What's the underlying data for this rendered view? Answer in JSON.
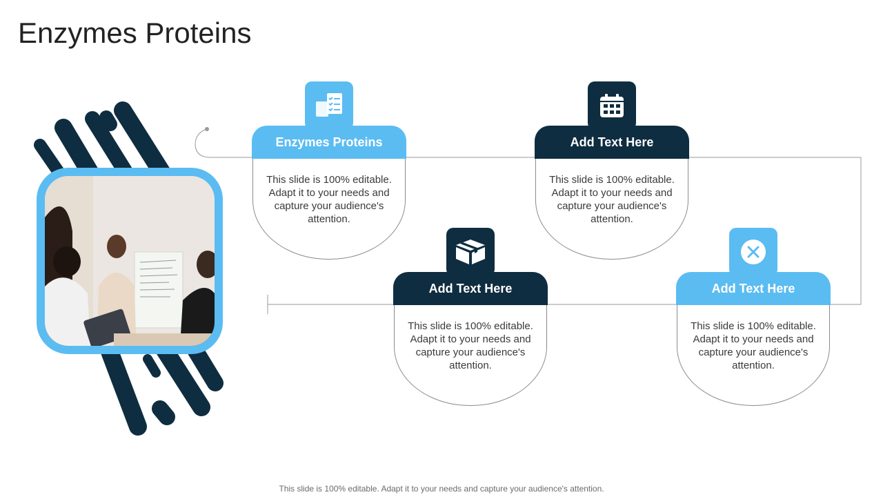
{
  "title": "Enzymes Proteins",
  "colors": {
    "accent": "#5bbcf2",
    "dark": "#0f2d40"
  },
  "cards": [
    {
      "label": "Enzymes Proteins",
      "icon": "checklist-documents-icon",
      "style": "light",
      "text": "This slide is 100% editable. Adapt it to your needs and capture your audience's attention."
    },
    {
      "label": "Add Text Here",
      "icon": "calendar-icon",
      "style": "dark",
      "text": "This slide is 100% editable. Adapt it to your needs and capture your audience's attention."
    },
    {
      "label": "Add Text Here",
      "icon": "package-box-icon",
      "style": "dark",
      "text": "This slide is 100% editable. Adapt it to your needs and capture your audience's attention."
    },
    {
      "label": "Add Text Here",
      "icon": "close-circle-icon",
      "style": "light",
      "text": "This slide is 100% editable. Adapt it to your needs and capture your audience's attention."
    }
  ],
  "footer": "This slide is 100% editable. Adapt it to your needs and capture your audience's attention."
}
